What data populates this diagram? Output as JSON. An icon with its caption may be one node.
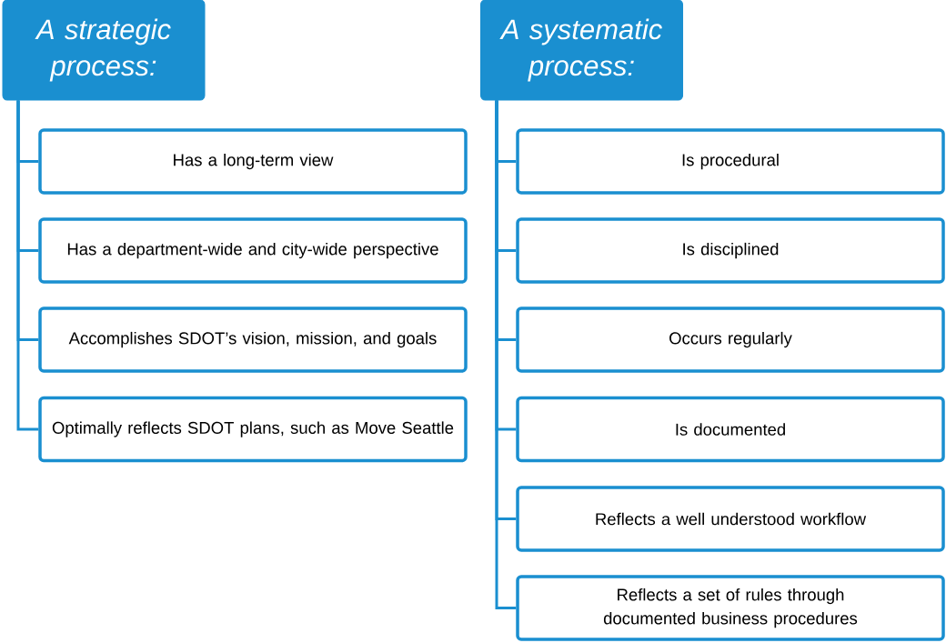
{
  "diagram": {
    "nodes": [
      {
        "text": [
          "A strategic process:"
        ]
      },
      {
        "text": [
          "Has a long-term view"
        ]
      },
      {
        "text": [
          "Has a department-wide and city-wide perspective"
        ]
      },
      {
        "text": [
          "Accomplishes SDOT’s vision, mission, and goals"
        ]
      },
      {
        "text": [
          "Optimally reflects SDOT plans, such as Move Seattle"
        ]
      },
      {
        "text": [
          "A systematic process:"
        ]
      },
      {
        "text": [
          "Is procedural"
        ]
      },
      {
        "text": [
          "Is disciplined"
        ]
      },
      {
        "text": [
          "Occurs regularly"
        ]
      },
      {
        "text": [
          "Is documented"
        ]
      },
      {
        "text": [
          "Reflects a well understood workflow"
        ]
      },
      {
        "text": [
          "Reflects a set of rules  through documented business procedures"
        ]
      }
    ],
    "edges": [
      {
        "from": 0,
        "to": 1,
        "arrow": "none"
      },
      {
        "from": 0,
        "to": 2,
        "arrow": "none"
      },
      {
        "from": 0,
        "to": 3,
        "arrow": "none"
      },
      {
        "from": 0,
        "to": 4,
        "arrow": "none"
      },
      {
        "from": 5,
        "to": 6,
        "arrow": "none"
      },
      {
        "from": 5,
        "to": 7,
        "arrow": "none"
      },
      {
        "from": 5,
        "to": 8,
        "arrow": "none"
      },
      {
        "from": 5,
        "to": 9,
        "arrow": "none"
      },
      {
        "from": 5,
        "to": 10,
        "arrow": "none"
      },
      {
        "from": 5,
        "to": 11,
        "arrow": "none"
      }
    ]
  }
}
